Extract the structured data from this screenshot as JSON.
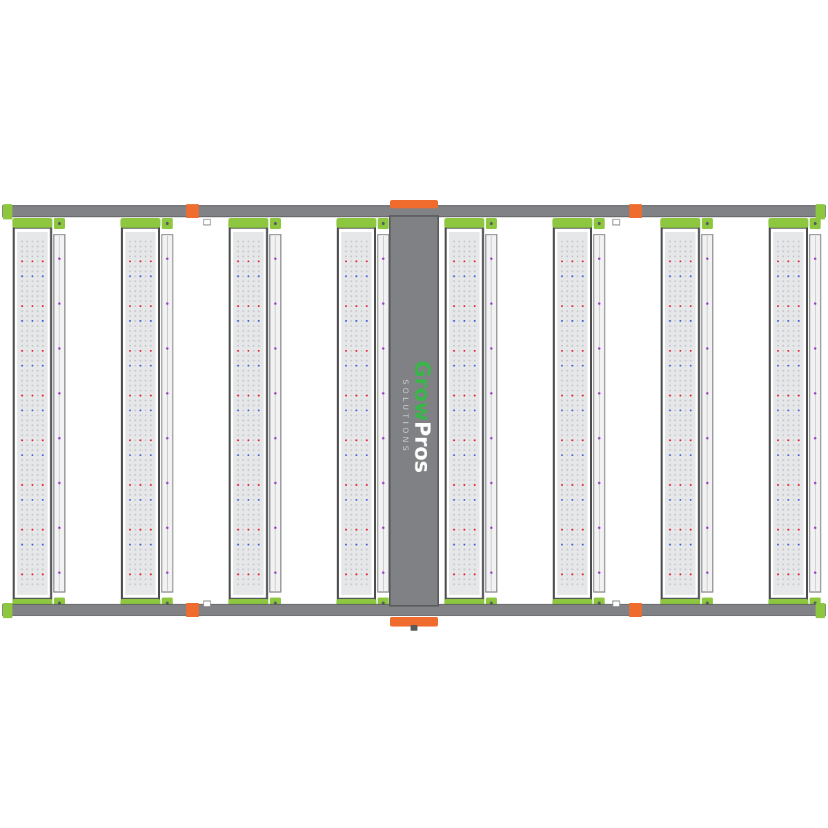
{
  "product": {
    "brand": {
      "word1": "Grow",
      "word2": "Pros",
      "tagline": "SOLUTIONS"
    },
    "bar_count": 8,
    "colors": {
      "frame": "#808285",
      "accent_green": "#8dc63f",
      "accent_orange": "#ef6b2e",
      "panel": "#e6e7e9",
      "logo_green": "#39b54a",
      "logo_gray": "#ffffff",
      "led_red": "#e11b2b",
      "led_blue": "#3f5fd6",
      "led_purple": "#9b3fc6",
      "led_white": "#c8c8cc"
    },
    "icons": [
      "hanging-bracket-icon",
      "power-connector-icon"
    ]
  }
}
